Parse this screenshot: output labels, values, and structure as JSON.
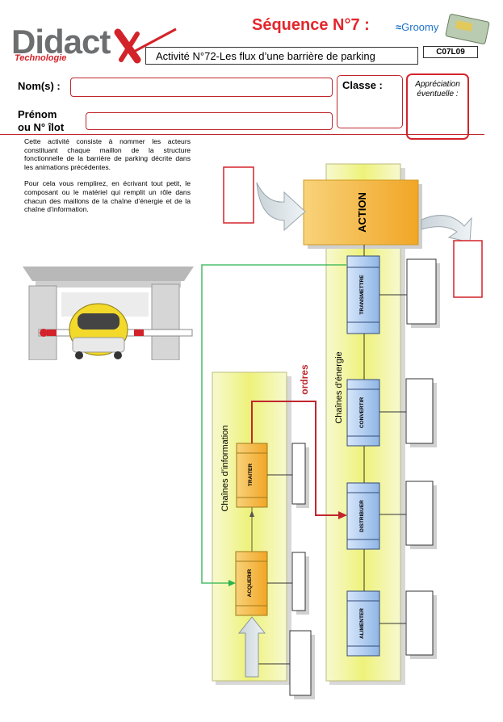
{
  "header": {
    "logo_main": "Didact",
    "logo_sub": "Technologie",
    "sequence": "Séquence N°7 :",
    "brand": "Groomy",
    "activity_title": "Activité N°72-Les flux d’une barrière de parking",
    "code": "C07L09"
  },
  "form": {
    "nom_label": "Nom(s) :",
    "prenom_label_1": "Prénom",
    "prenom_label_2": "ou N° îlot",
    "classe_label": "Classe :",
    "appreciation_1": "Appréciation",
    "appreciation_2": "éventuelle :"
  },
  "intro": {
    "p1": "Cette activité consiste à nommer les acteurs constituant chaque maillon de la structure fonctionnelle de la barrière de parking décrite dans les animations précédentes.",
    "p2": "Pour cela vous remplirez, en écrivant tout petit, le composant ou le matériel qui remplit un rôle dans chacun des maillons de la chaîne d’énergie et de la chaîne d’information."
  },
  "diagram": {
    "action": "ACTION",
    "energy_chain": "Chaînes d’énergie",
    "info_chain": "Chaînes d’information",
    "orders": "ordres",
    "blocks": {
      "transmettre": "TRANSMETTRE",
      "convertir": "CONVERTIR",
      "distribuer": "DISTRIBUER",
      "alimenter": "ALIMENTER",
      "traiter": "TRAITER",
      "acquerir": "ACQUERIR"
    }
  },
  "colors": {
    "brand_red": "#d3232a",
    "chain_yellow": "#f4f5a0",
    "block_blue": "#a9c8ee",
    "block_orange": "#f6b53a",
    "order_red": "#c0272d",
    "flow_green": "#2bb24c"
  }
}
